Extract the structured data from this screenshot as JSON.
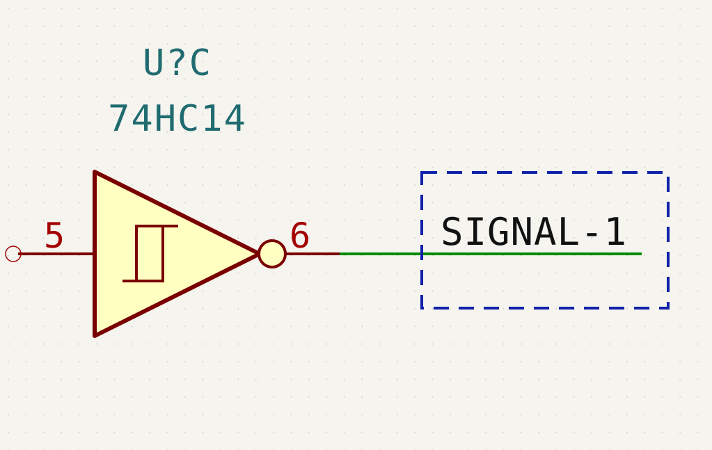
{
  "symbol": {
    "reference": "U?C",
    "value": "74HC14",
    "input_pin_number": "5",
    "output_pin_number": "6"
  },
  "net_label": {
    "text": "SIGNAL-1"
  },
  "colors": {
    "background": "#f5f4ef",
    "grid_dot": "#c9c8c2",
    "field_text": "#1f6b70",
    "pin_and_outline": "#7a0000",
    "pin_number": "#a40000",
    "symbol_fill": "#ffffc2",
    "wire": "#0a8a0a",
    "selection_box": "#1122aa",
    "label_text": "#111111"
  },
  "icons": {
    "hysteresis": "schmitt-trigger-symbol",
    "inversion": "inversion-bubble",
    "pin_endpoint": "unconnected-pin-circle"
  }
}
